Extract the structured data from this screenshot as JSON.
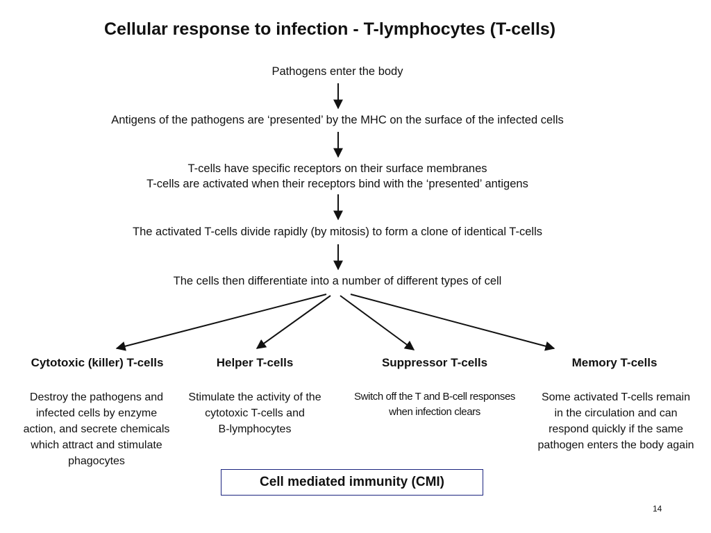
{
  "title": "Cellular response to infection - T-lymphocytes (T-cells)",
  "steps": [
    {
      "lines": [
        "Pathogens enter the body"
      ]
    },
    {
      "lines": [
        "Antigens of the pathogens are ‘presented’ by the MHC on the surface of the infected cells"
      ]
    },
    {
      "lines": [
        "T-cells have specific receptors on their surface membranes",
        "T-cells are activated when their receptors bind with the ‘presented’ antigens"
      ]
    },
    {
      "lines": [
        "The activated T-cells divide rapidly (by mitosis) to form a clone of identical T-cells"
      ]
    },
    {
      "lines": [
        "The cells then differentiate into a number of different types of cell"
      ]
    }
  ],
  "branches": [
    {
      "title": "Cytotoxic (killer) T-cells",
      "lines": [
        "Destroy the pathogens and",
        "infected cells by enzyme",
        "action, and secrete chemicals",
        "which attract and stimulate",
        "phagocytes"
      ]
    },
    {
      "title": "Helper T-cells",
      "lines": [
        "Stimulate the activity of the",
        "cytotoxic T-cells and",
        "B-lymphocytes"
      ]
    },
    {
      "title": "Suppressor T-cells",
      "lines": [
        "Switch off the T and B-cell responses",
        "when infection clears"
      ]
    },
    {
      "title": "Memory T-cells",
      "lines": [
        "Some activated T-cells remain",
        "in the circulation and can",
        "respond quickly if the same",
        "pathogen enters the body again"
      ]
    }
  ],
  "caption": "Cell mediated immunity (CMI)",
  "page_number": "14",
  "colors": {
    "text": "#111111",
    "box_border": "#1a237e",
    "arrow": "#111111"
  }
}
